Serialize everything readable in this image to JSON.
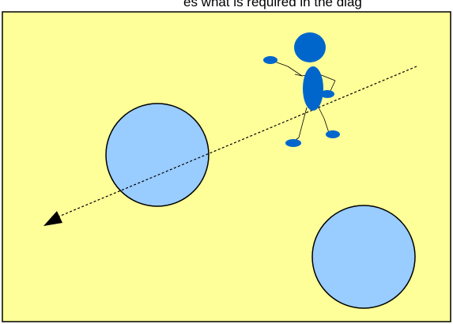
{
  "caption": "es what is required in the diag",
  "colors": {
    "background": "#ffff99",
    "border": "#000000",
    "circle_fill": "#99ccff",
    "circle_stroke": "#000000",
    "figure_fill": "#0066cc",
    "path_line": "#000000"
  },
  "elements": {
    "obstacle_circle_left": "circle",
    "obstacle_circle_right": "circle",
    "stick_figure": "person-icon",
    "path_arrow": "dashed-arrow"
  }
}
